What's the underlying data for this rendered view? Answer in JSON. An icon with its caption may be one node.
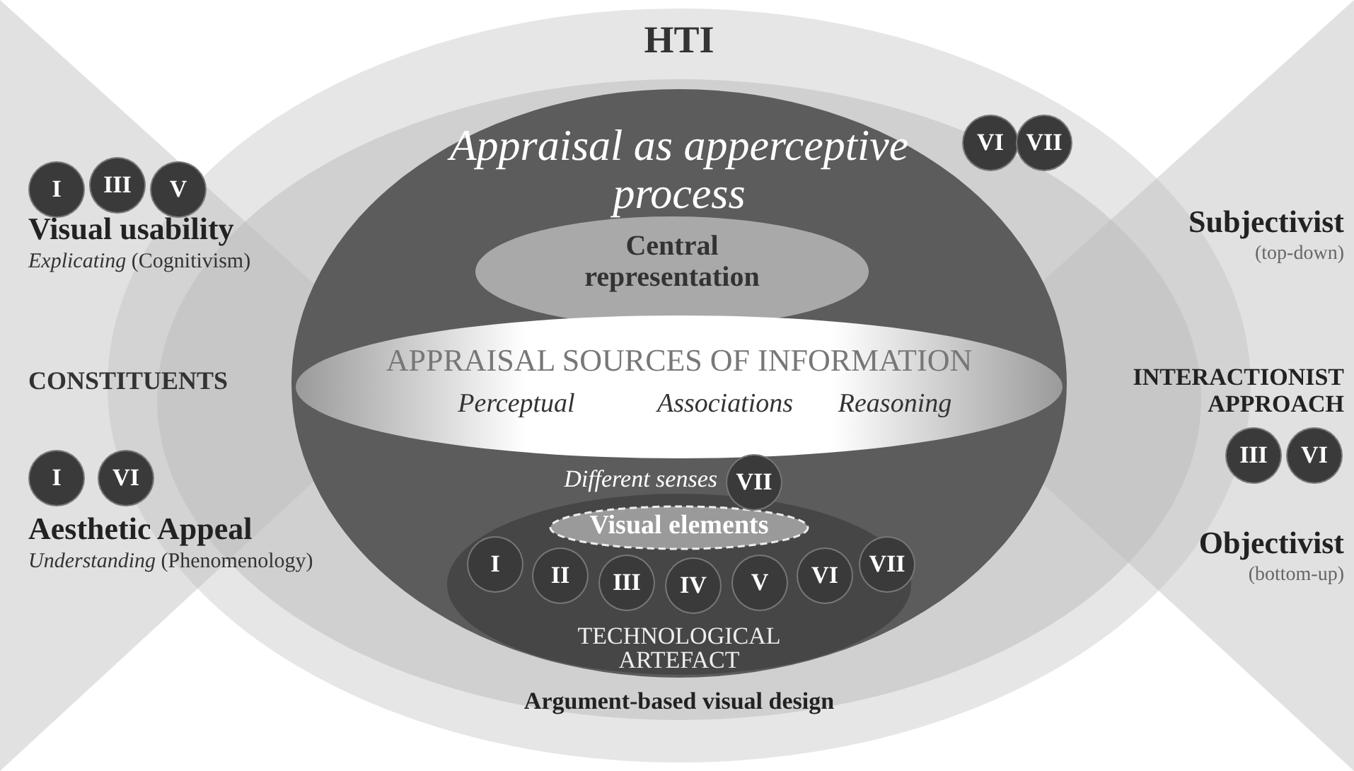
{
  "diagram": {
    "nodes": [
      {
        "text": [
          "HTI"
        ]
      },
      {
        "text": [
          "Argument-based visual design"
        ],
        "in": 0
      },
      {
        "text": [
          "Appraisal as apperceptive process",
          "Different senses"
        ],
        "in": 1
      },
      {
        "text": [
          "VI"
        ],
        "in": 2
      },
      {
        "text": [
          "VII"
        ],
        "in": 2
      },
      {
        "text": [
          "Central representation"
        ],
        "in": 2
      },
      {
        "text": [
          "APPRAISAL SOURCES OF INFORMATION",
          "Perceptual",
          "Associations",
          "Reasoning"
        ],
        "in": 2
      },
      {
        "text": [
          "VII"
        ],
        "in": 2
      },
      {
        "text": [
          "TECHNOLOGICAL ARTEFACT"
        ],
        "in": 2
      },
      {
        "text": [
          "Visual elements"
        ],
        "in": 8
      },
      {
        "text": [
          "I"
        ],
        "in": 8
      },
      {
        "text": [
          "II"
        ],
        "in": 8
      },
      {
        "text": [
          "III"
        ],
        "in": 8
      },
      {
        "text": [
          "IV"
        ],
        "in": 8
      },
      {
        "text": [
          "V"
        ],
        "in": 8
      },
      {
        "text": [
          "VI"
        ],
        "in": 8
      },
      {
        "text": [
          "VII"
        ],
        "in": 8
      },
      {
        "text": [
          "Visual usability",
          "*Explicating* (Cognitivism)",
          "CONSTITUENTS",
          "Aesthetic Appeal",
          "*Understanding* (Phenomenology)"
        ]
      },
      {
        "text": [
          "I"
        ],
        "in": 17
      },
      {
        "text": [
          "III"
        ],
        "in": 17
      },
      {
        "text": [
          "V"
        ],
        "in": 17
      },
      {
        "text": [
          "I"
        ],
        "in": 17
      },
      {
        "text": [
          "VI"
        ],
        "in": 17
      },
      {
        "text": [
          "Subjectivist",
          "(top-down)",
          "INTERACTIONIST APPROACH",
          "Objectivist",
          "(bottom-up)"
        ]
      },
      {
        "text": [
          "III"
        ],
        "in": 23
      },
      {
        "text": [
          "VI"
        ],
        "in": 23
      }
    ]
  }
}
